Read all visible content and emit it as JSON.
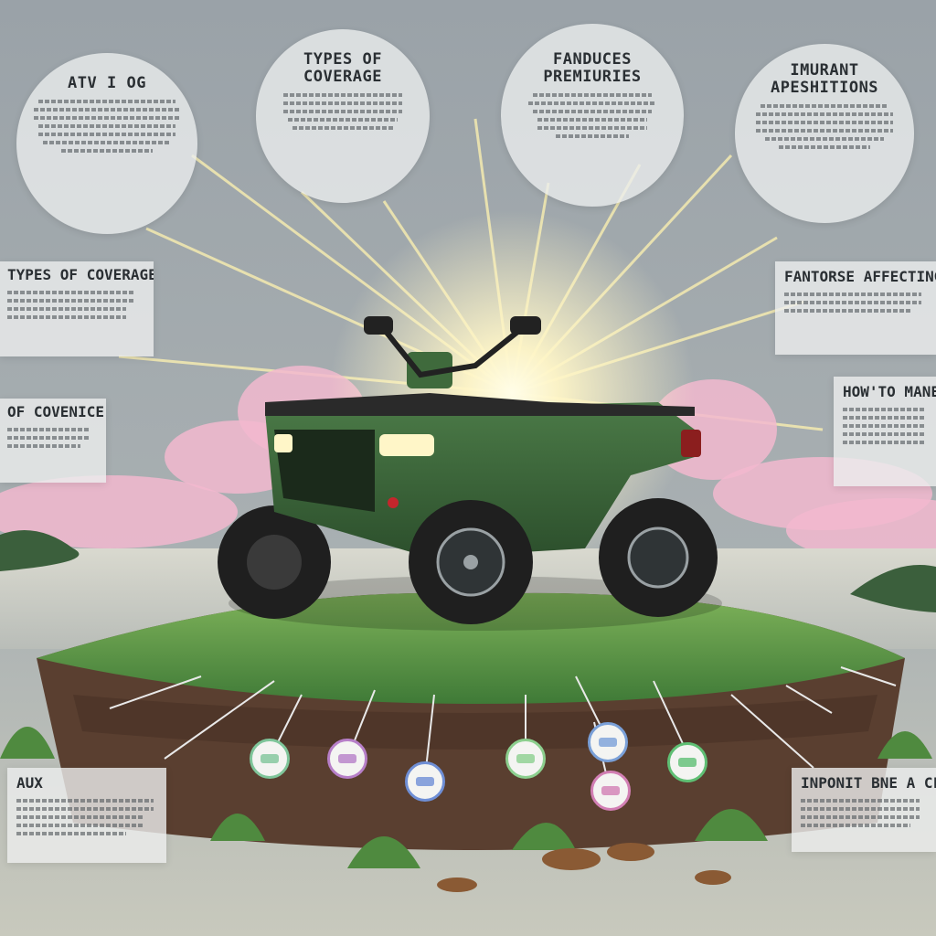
{
  "bubbles": [
    {
      "id": "atv",
      "title": "ATV I OG"
    },
    {
      "id": "types-coverage-top",
      "title": "TYPES OF\nCOVERAGE"
    },
    {
      "id": "premiums",
      "title": "FANDUCES\nPREMIURIES"
    },
    {
      "id": "exceptions",
      "title": "IMURANT\nAPESHITIONS"
    }
  ],
  "cards": [
    {
      "id": "types-coverage-left",
      "title": "TYPES OF COVERAGE"
    },
    {
      "id": "coverage-left",
      "title": "OF COVENICE"
    },
    {
      "id": "factors",
      "title": "FANTORSE AFFECTING"
    },
    {
      "id": "how-to",
      "title": "HOW'TO MANE"
    },
    {
      "id": "aux",
      "title": "AUX"
    },
    {
      "id": "claim",
      "title": "INPONIT BNE A CLA"
    }
  ],
  "icon_markers": [
    {
      "name": "green-coverage-icon",
      "color": "#7fc59a"
    },
    {
      "name": "purple-coverage-icon",
      "color": "#b77fc8"
    },
    {
      "name": "blue-document-icon",
      "color": "#6f8fd6"
    },
    {
      "name": "green-document-icon",
      "color": "#8ccf8e"
    },
    {
      "name": "blue-info-icon",
      "color": "#7aa0d8"
    },
    {
      "name": "pink-info-icon",
      "color": "#d27fb4"
    },
    {
      "name": "green-check-icon",
      "color": "#5fbf74"
    }
  ],
  "colors": {
    "sky": "#9fa6ab",
    "grass": "#4f8a3f",
    "atv_body": "#3f6a3c",
    "soil": "#5a3f30",
    "glow": "#fff6c8"
  }
}
